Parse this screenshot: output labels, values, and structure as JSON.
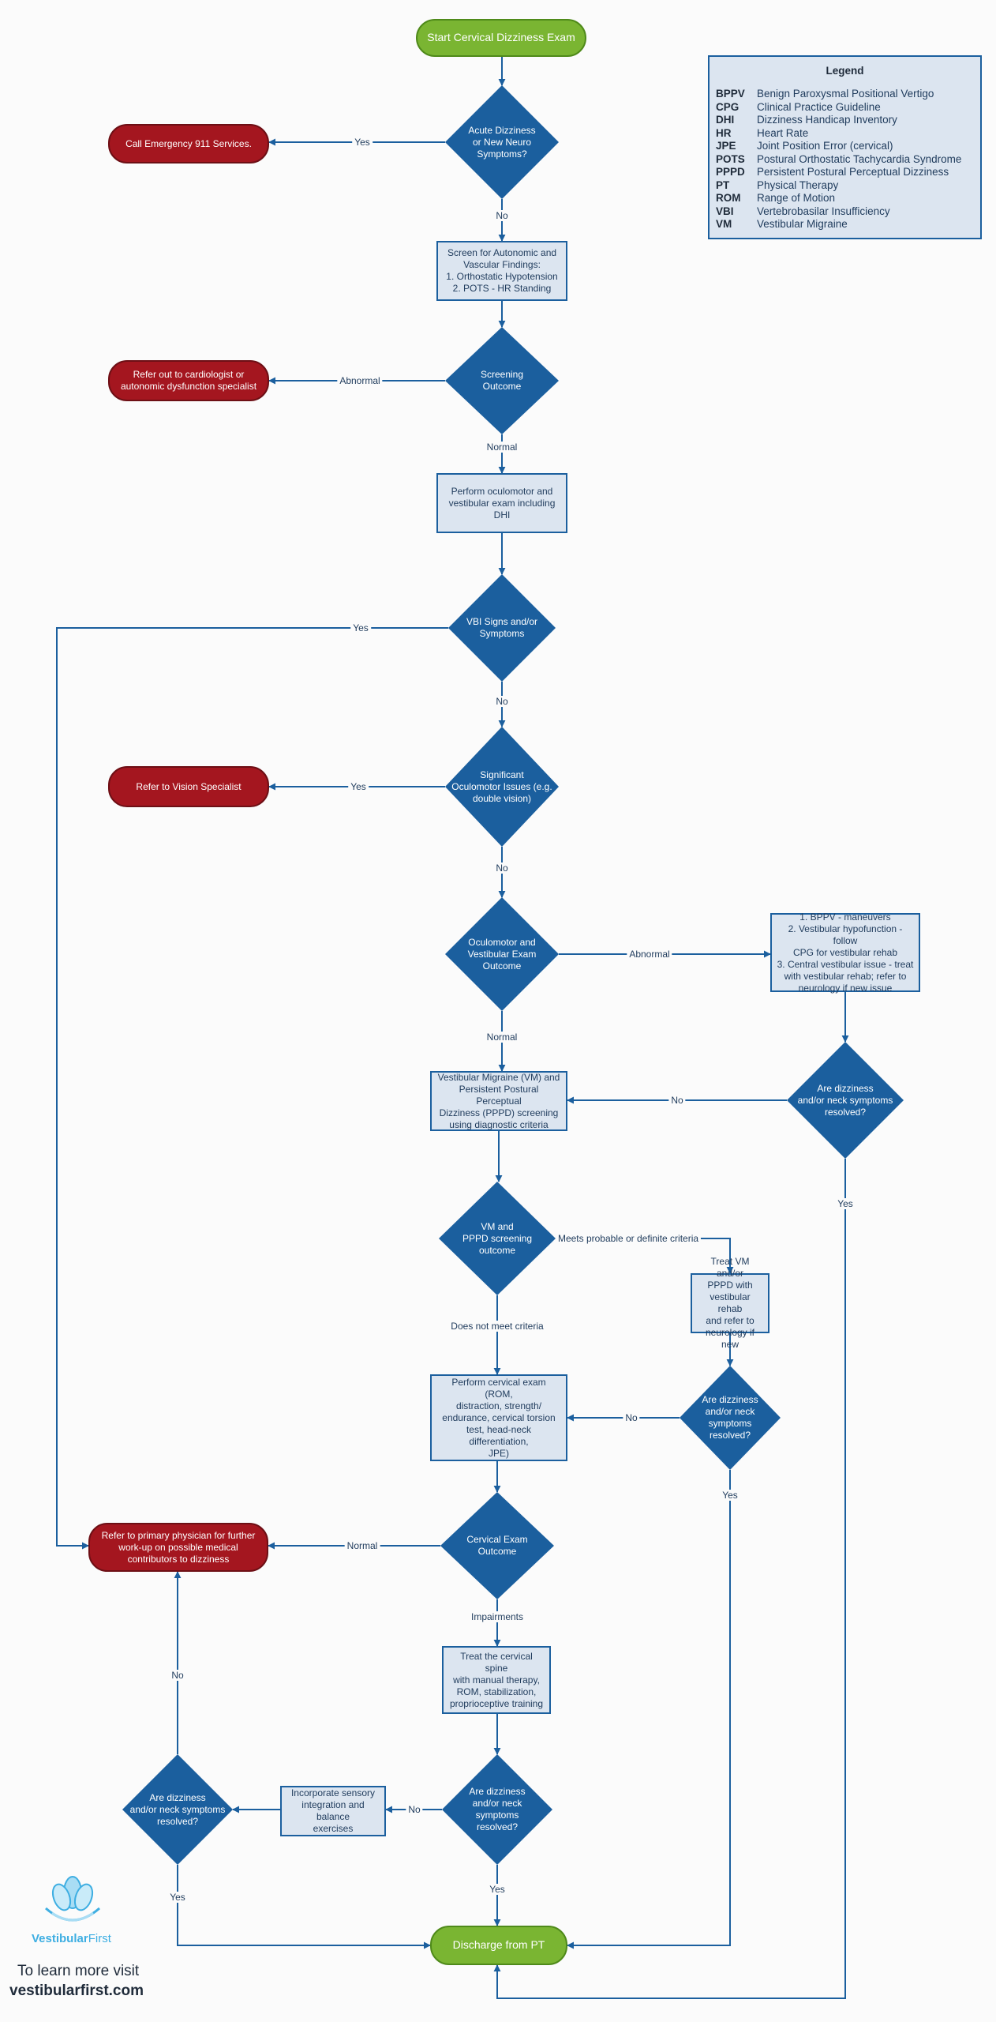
{
  "colors": {
    "line": "#1b5f9e",
    "decision": "#1b5f9e",
    "terminal": "#7ab532",
    "referral": "#a4161f",
    "process_fill": "#dce5f0",
    "logo": "#3eaee2"
  },
  "nodes": {
    "start": "Start Cervical Dizziness Exam",
    "d_acute": "Acute Dizziness\nor New Neuro\nSymptoms?",
    "emergency": "Call Emergency 911 Services.",
    "screen": "Screen for Autonomic and\nVascular Findings:\n1. Orthostatic Hypotension\n2. POTS - HR Standing",
    "d_screening": "Screening\nOutcome",
    "cardio": "Refer out to cardiologist or\nautonomic dysfunction specialist",
    "oculo_exam": "Perform oculomotor and\nvestibular exam including DHI",
    "d_vbi": "VBI Signs and/or\nSymptoms",
    "d_oculo_issues": "Significant\nOculomotor Issues (e.g.\ndouble vision)",
    "vision": "Refer to Vision Specialist",
    "d_ov_outcome": "Oculomotor and\nVestibular Exam\nOutcome",
    "vest_treat": "1. BPPV - maneuvers\n2. Vestibular hypofunction - follow\nCPG for vestibular rehab\n3. Central vestibular issue - treat\nwith vestibular rehab; refer to\nneurology if new issue",
    "d_resolved_1": "Are dizziness\nand/or neck symptoms\nresolved?",
    "vm_screen": "Vestibular Migraine (VM) and\nPersistent Postural Perceptual\nDizziness (PPPD) screening\nusing diagnostic criteria",
    "d_vm_outcome": "VM and\nPPPD screening\noutcome",
    "vm_treat": "Treat VM and/or\nPPPD with\nvestibular rehab\nand refer to\nneurology if new",
    "d_resolved_2": "Are dizziness\nand/or neck\nsymptoms\nresolved?",
    "cervical_exam": "Perform cervical exam (ROM,\ndistraction, strength/\nendurance, cervical torsion\ntest, head-neck differentiation,\nJPE)",
    "d_cervical": "Cervical Exam\nOutcome",
    "primary": "Refer to primary physician for further\nwork-up on possible medical\ncontributors to dizziness",
    "treat_spine": "Treat the cervical spine\nwith manual therapy,\nROM, stabilization,\nproprioceptive training",
    "d_resolved_3": "Are dizziness\nand/or neck\nsymptoms\nresolved?",
    "sensory": "Incorporate sensory\nintegration and balance\nexercises",
    "d_resolved_4": "Are dizziness\nand/or neck symptoms\nresolved?",
    "discharge": "Discharge from PT"
  },
  "edge_labels": {
    "acute_yes": "Yes",
    "acute_no": "No",
    "screen_abnormal": "Abnormal",
    "screen_normal": "Normal",
    "vbi_yes": "Yes",
    "vbi_no": "No",
    "oculo_yes": "Yes",
    "oculo_no": "No",
    "ov_abnormal": "Abnormal",
    "ov_normal": "Normal",
    "res1_no": "No",
    "res1_yes": "Yes",
    "vm_meets": "Meets probable or definite criteria",
    "vm_not": "Does not meet criteria",
    "res2_no": "No",
    "res2_yes": "Yes",
    "cerv_normal": "Normal",
    "cerv_impair": "Impairments",
    "res3_no": "No",
    "res3_yes": "Yes",
    "res4_no": "No",
    "res4_yes": "Yes"
  },
  "legend": {
    "title": "Legend",
    "items": [
      {
        "abbr": "BPPV",
        "text": "Benign Paroxysmal Positional Vertigo"
      },
      {
        "abbr": "CPG",
        "text": "Clinical Practice Guideline"
      },
      {
        "abbr": "DHI",
        "text": "Dizziness Handicap Inventory"
      },
      {
        "abbr": "HR",
        "text": "Heart Rate"
      },
      {
        "abbr": "JPE",
        "text": "Joint Position Error (cervical)"
      },
      {
        "abbr": "POTS",
        "text": "Postural Orthostatic Tachycardia Syndrome"
      },
      {
        "abbr": "PPPD",
        "text": "Persistent Postural Perceptual Dizziness"
      },
      {
        "abbr": "PT",
        "text": "Physical Therapy"
      },
      {
        "abbr": "ROM",
        "text": "Range of Motion"
      },
      {
        "abbr": "VBI",
        "text": "Vertebrobasilar Insufficiency"
      },
      {
        "abbr": "VM",
        "text": "Vestibular Migraine"
      }
    ]
  },
  "footer": {
    "logo_name_bold": "Vestibular",
    "logo_name_light": "First",
    "learn_more": "To learn more visit",
    "website": "vestibularfirst.com"
  }
}
